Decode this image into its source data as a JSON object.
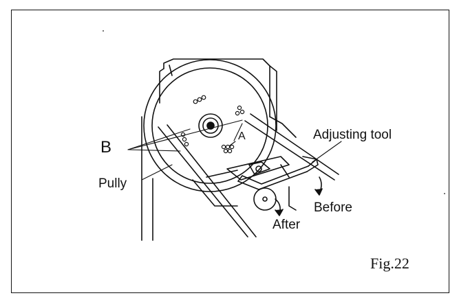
{
  "labels": {
    "b": "B",
    "a": "A",
    "pully": "Pully",
    "adjusting_tool": "Adjusting tool",
    "before": "Before",
    "after": "After"
  },
  "figure_caption": "Fig.22",
  "colors": {
    "ink": "#111111",
    "background": "#ffffff"
  },
  "icons": [
    "arrow-before-icon",
    "arrow-after-icon"
  ]
}
